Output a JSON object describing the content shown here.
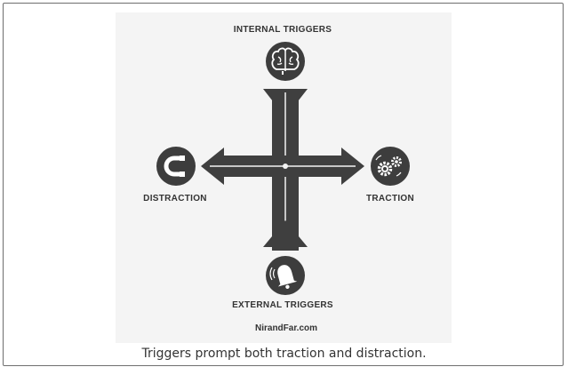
{
  "diagram": {
    "top_label": "INTERNAL TRIGGERS",
    "bottom_label": "EXTERNAL TRIGGERS",
    "left_label": "DISTRACTION",
    "right_label": "TRACTION",
    "site": "NirandFar.com",
    "icons": {
      "top": "brain-icon",
      "bottom": "bell-icon",
      "left": "magnet-icon",
      "right": "gears-icon"
    },
    "colors": {
      "arrow": "#3f3f3f",
      "icon_circle": "#3d3d3d",
      "panel": "#f4f4f4"
    }
  },
  "caption": "Triggers prompt both traction and distraction."
}
